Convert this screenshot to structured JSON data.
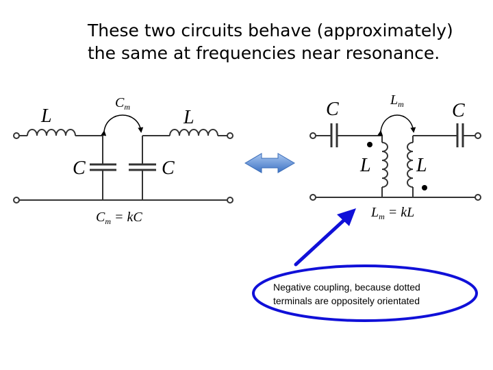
{
  "title": {
    "line1": "These two circuits behave (approximately)",
    "line2": "the same at frequencies near resonance."
  },
  "left_circuit": {
    "inductor_left_label": "L",
    "inductor_right_label": "L",
    "capacitor_left_label": "C",
    "capacitor_right_label": "C",
    "coupling_label": "C",
    "coupling_sub": "m",
    "equation_main": "C",
    "equation_sub": "m",
    "equation_rhs": " = kC"
  },
  "right_circuit": {
    "capacitor_left_label": "C",
    "capacitor_right_label": "C",
    "inductor_left_label": "L",
    "inductor_right_label": "L",
    "coupling_label": "L",
    "coupling_sub": "m",
    "equation_main": "L",
    "equation_sub": "m",
    "equation_rhs": " = kL"
  },
  "note": {
    "line1": "Negative coupling, because dotted",
    "line2": "terminals are oppositely orientated"
  },
  "colors": {
    "wire": "#333333",
    "annotation": "#1010d8",
    "arrow_fill": "#5b8fd6"
  },
  "icons": [
    "double-arrow-icon",
    "coupling-arc-icon",
    "pointer-arrow-icon"
  ]
}
